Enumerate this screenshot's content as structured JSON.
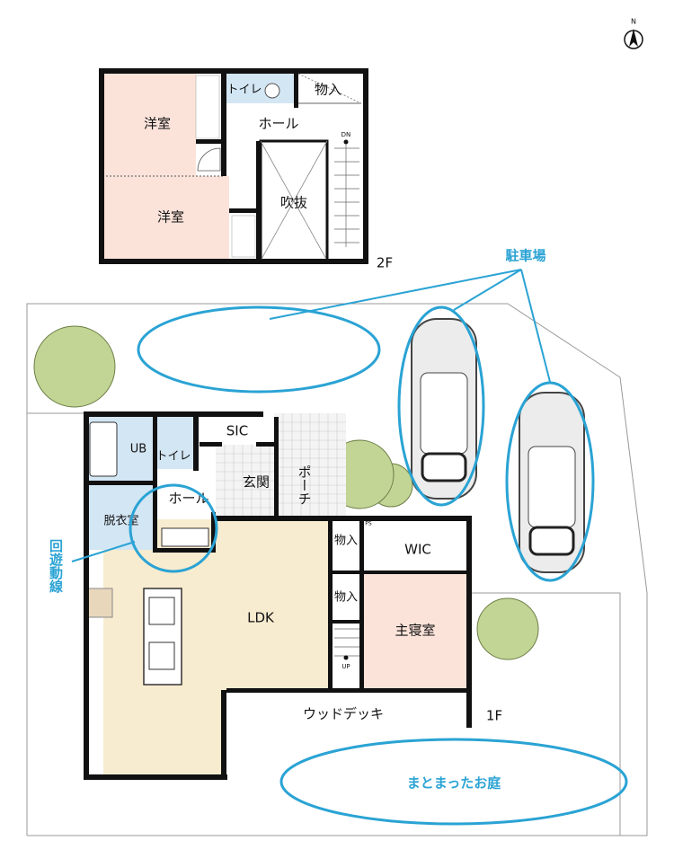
{
  "floor2": {
    "label": "2F",
    "rooms": {
      "western_room_1": "洋室",
      "western_room_2": "洋室",
      "toilet": "トイレ",
      "storage": "物入",
      "hall": "ホール",
      "atrium": "吹抜",
      "stairs_down": "DN"
    }
  },
  "floor1": {
    "label": "1F",
    "rooms": {
      "bath": "UB",
      "toilet": "トイレ",
      "sic": "SIC",
      "hall": "ホール",
      "entrance": "玄関",
      "porch": "ポーチ",
      "dressing": "脱衣室",
      "ldk": "LDK",
      "storage_1": "物入",
      "storage_2": "物入",
      "wic": "WIC",
      "master_bedroom": "主寝室",
      "wood_deck": "ウッドデッキ",
      "stairs_up": "UP",
      "ps": "PS"
    }
  },
  "annotations": {
    "parking": "駐車場",
    "circulation": "回遊動線",
    "garden": "まとまったお庭"
  },
  "compass": "N",
  "colors": {
    "accent": "#2aa3d4",
    "bedroom": "#fbe3da",
    "ldk": "#f8ecd0",
    "wet": "#d3e6f4",
    "tree": "#c2d594"
  }
}
